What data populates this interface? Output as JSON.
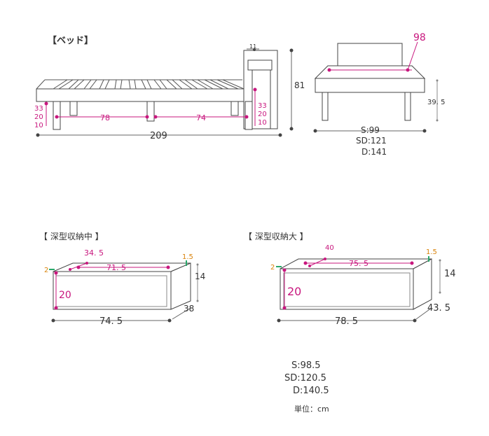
{
  "bed": {
    "title": "【ベッド】",
    "dims": {
      "headboard_depth": "11",
      "total_height": "81",
      "total_length": "209",
      "leg_span_left": "78",
      "leg_span_right": "74",
      "left_stack": [
        "33",
        "20",
        "10"
      ],
      "right_stack": [
        "33",
        "20",
        "10"
      ]
    },
    "front": {
      "width_label": "98",
      "leg_height": "39. 5",
      "sizes": [
        "S:99",
        "SD:121",
        "D:141"
      ]
    }
  },
  "storage_medium": {
    "title": "【 深型収納中 】",
    "dims": {
      "top_depth": "34. 5",
      "inner_width": "71. 5",
      "side_height": "14",
      "front_height": "20",
      "depth": "38",
      "width": "74. 5",
      "left_thick": "2",
      "right_thick": "1.5"
    }
  },
  "storage_large": {
    "title": "【 深型収納大 】",
    "dims": {
      "top_depth": "40",
      "inner_width": "75. 5",
      "side_height": "14",
      "front_height": "20",
      "depth": "43. 5",
      "width": "78. 5",
      "left_thick": "2",
      "right_thick": "1.5"
    }
  },
  "storage_sizes": [
    "S:98.5",
    "SD:120.5",
    "D:140.5"
  ],
  "unit": "単位：cm",
  "colors": {
    "accent": "#c8177e",
    "orange": "#d9830b",
    "line": "#444444",
    "green": "#2aa86a"
  }
}
